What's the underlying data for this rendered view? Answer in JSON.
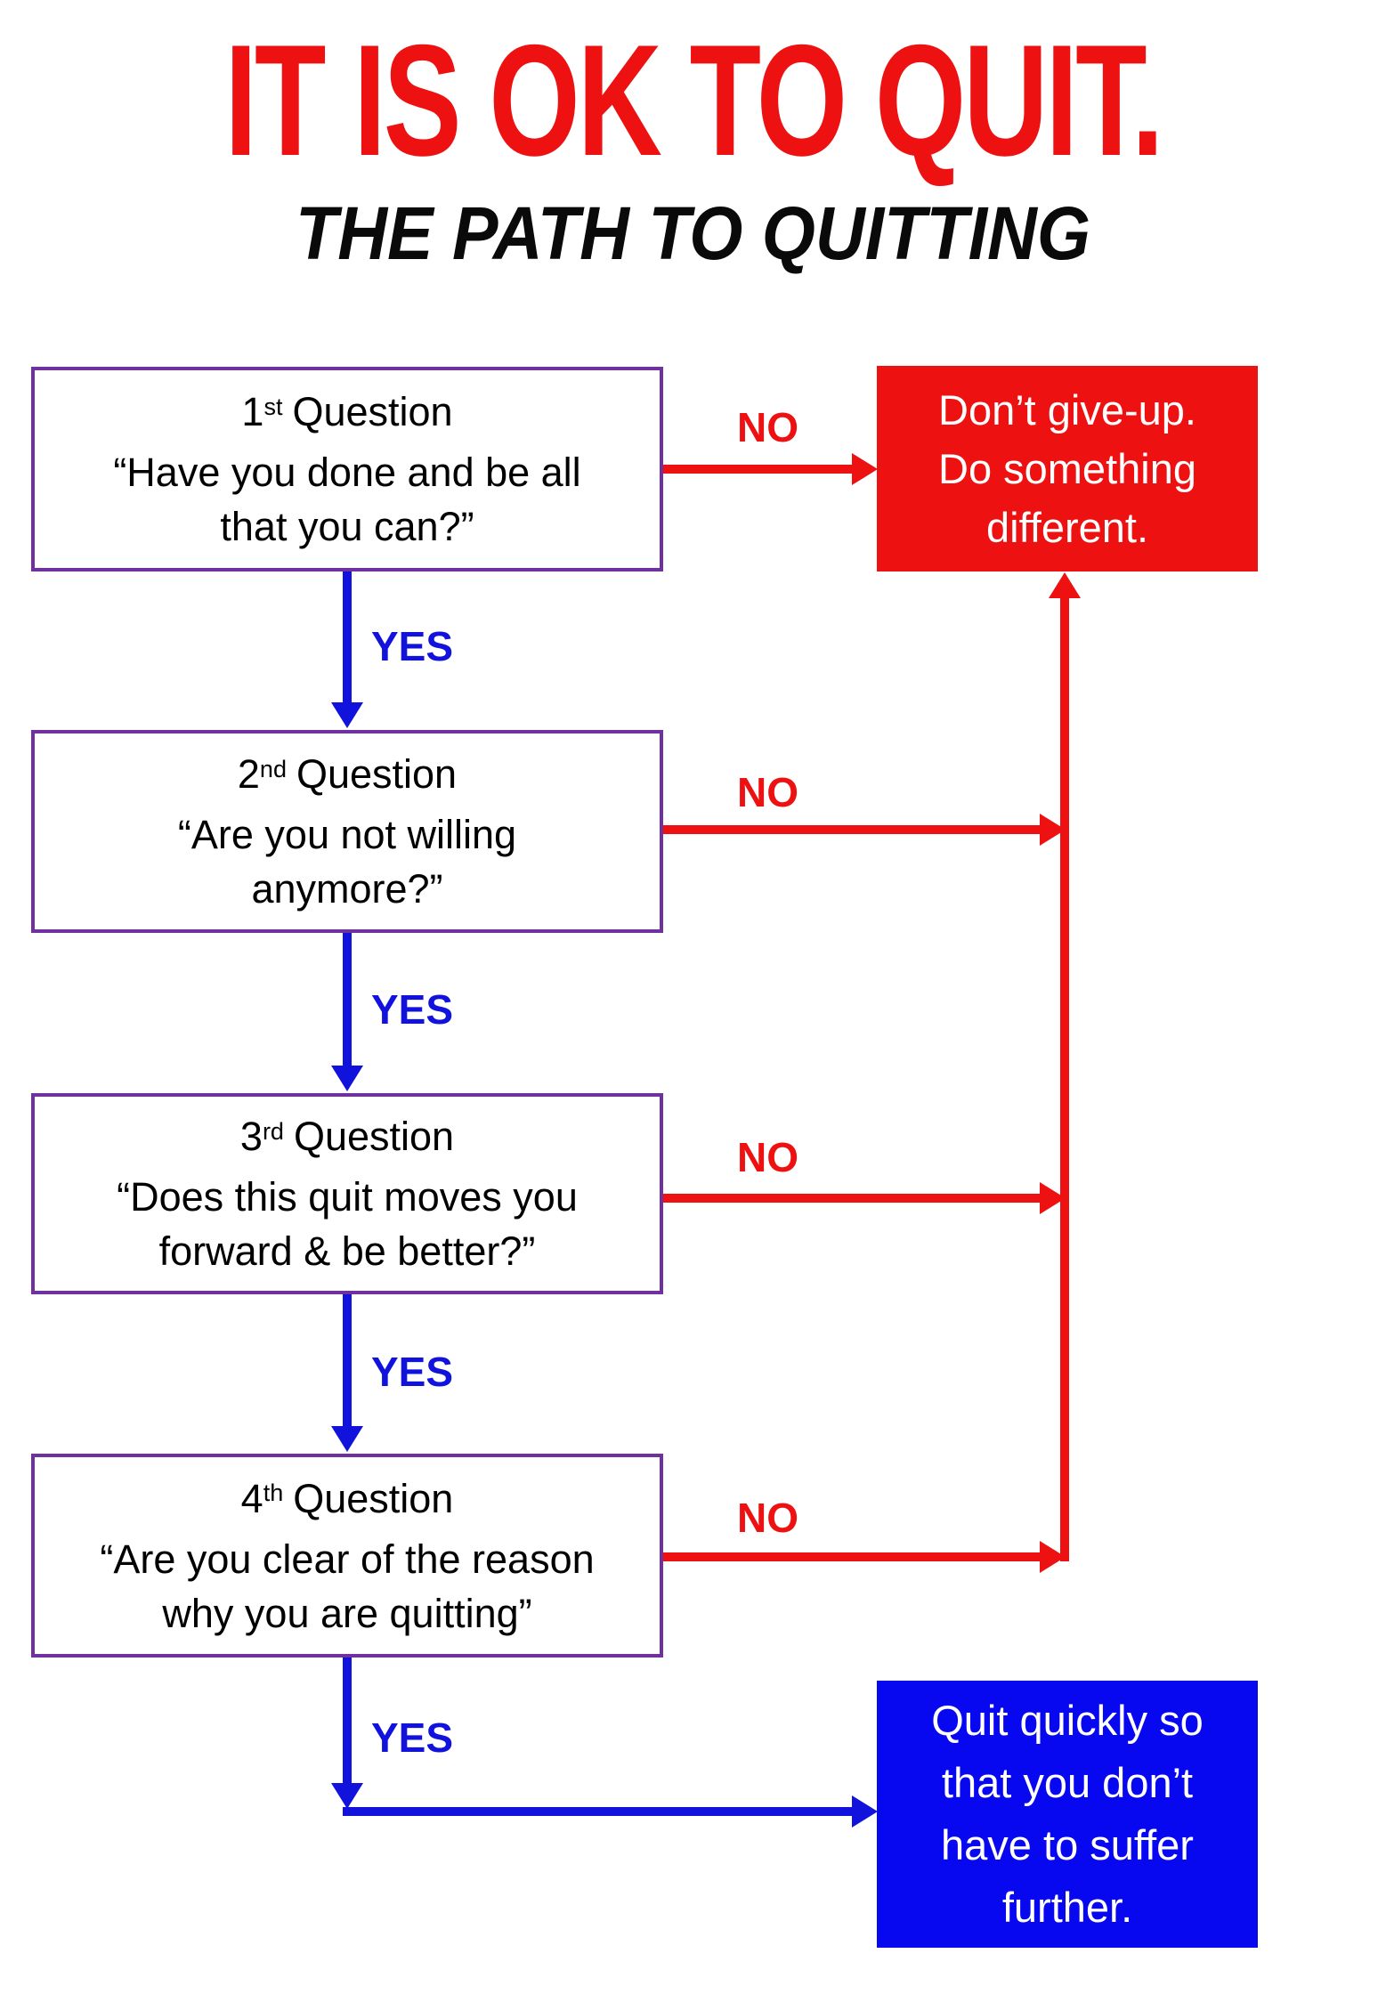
{
  "title": "IT IS OK TO QUIT.",
  "subtitle": "THE PATH TO QUITTING",
  "labels": {
    "yes": "YES",
    "no": "NO"
  },
  "questions": [
    {
      "number": "1",
      "ordinal": "st",
      "label": "Question",
      "lines": [
        "“Have you done and be all",
        "that you can?”"
      ]
    },
    {
      "number": "2",
      "ordinal": "nd",
      "label": "Question",
      "lines": [
        "“Are you not willing",
        "anymore?”"
      ]
    },
    {
      "number": "3",
      "ordinal": "rd",
      "label": "Question",
      "lines": [
        "“Does this quit moves you",
        "forward & be better?”"
      ]
    },
    {
      "number": "4",
      "ordinal": "th",
      "label": "Question",
      "lines": [
        "“Are you clear of the reason",
        "why you are quitting”"
      ]
    }
  ],
  "outcomes": {
    "dont_give_up": {
      "lines": [
        "Don’t give-up.",
        "Do something",
        "different."
      ]
    },
    "quit_quickly": {
      "lines": [
        "Quit quickly so",
        "that you don’t",
        "have to suffer",
        "further."
      ]
    }
  },
  "colors": {
    "red": "#ee1111",
    "blue": "#1212dd",
    "box_blue": "#0707f0",
    "purple_border": "#7030a0",
    "title_red": "#ee1111",
    "subtitle_black": "#0a0a0a"
  }
}
